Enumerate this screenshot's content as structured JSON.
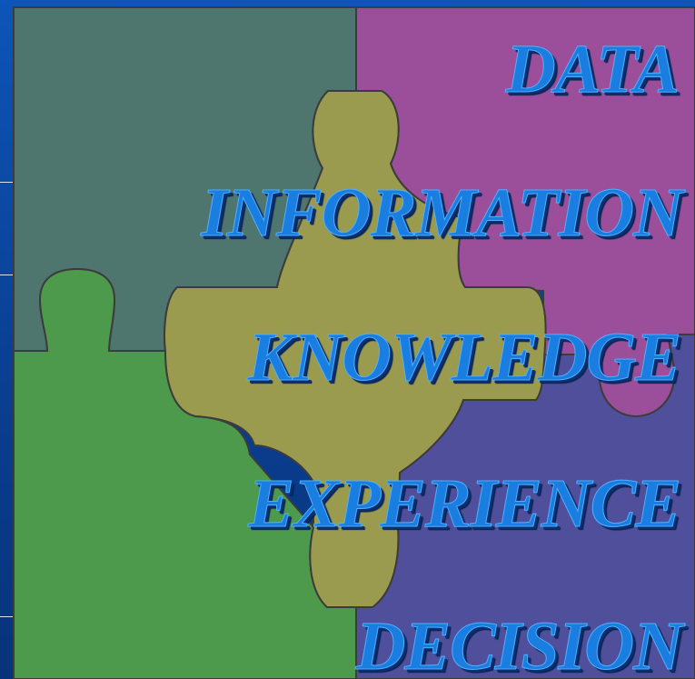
{
  "slide": {
    "words": [
      "DATA",
      "INFORMATION",
      "KNOWLEDGE",
      "EXPERIENCE",
      "DECISION"
    ]
  },
  "colors": {
    "background": "#0a47a6",
    "piece_top_left": "#4f756f",
    "piece_top_right": "#9b4f9a",
    "piece_bottom_left": "#4e9a4c",
    "piece_bottom_right": "#4f4f9b",
    "piece_center": "#9b9b4f",
    "text": "#1a7de0"
  }
}
